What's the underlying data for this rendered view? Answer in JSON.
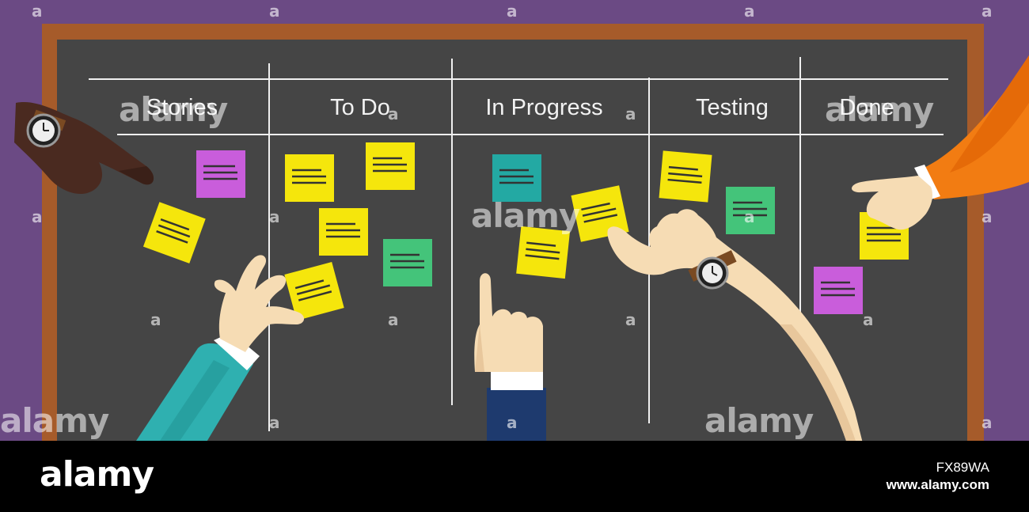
{
  "board": {
    "columns": [
      "Stories",
      "To Do",
      "In Progress",
      "Testing",
      "Done"
    ]
  },
  "footer": {
    "logo": "alamy",
    "image_id": "FX89WA",
    "url": "www.alamy.com"
  },
  "watermark": {
    "text": "alamy",
    "mark": "a"
  },
  "colors": {
    "background": "#6b4a84",
    "frame": "#a65b2a",
    "board": "#454545",
    "note_yellow": "#f5e60c",
    "note_magenta": "#c95ddb",
    "note_green": "#44c47a",
    "note_teal": "#23a9a3",
    "skin_light": "#f6dcb4",
    "skin_dark": "#4a2a20",
    "sleeve_teal": "#2fb0b0",
    "sleeve_orange": "#f27c12",
    "sleeve_navy": "#1e3a6e"
  }
}
